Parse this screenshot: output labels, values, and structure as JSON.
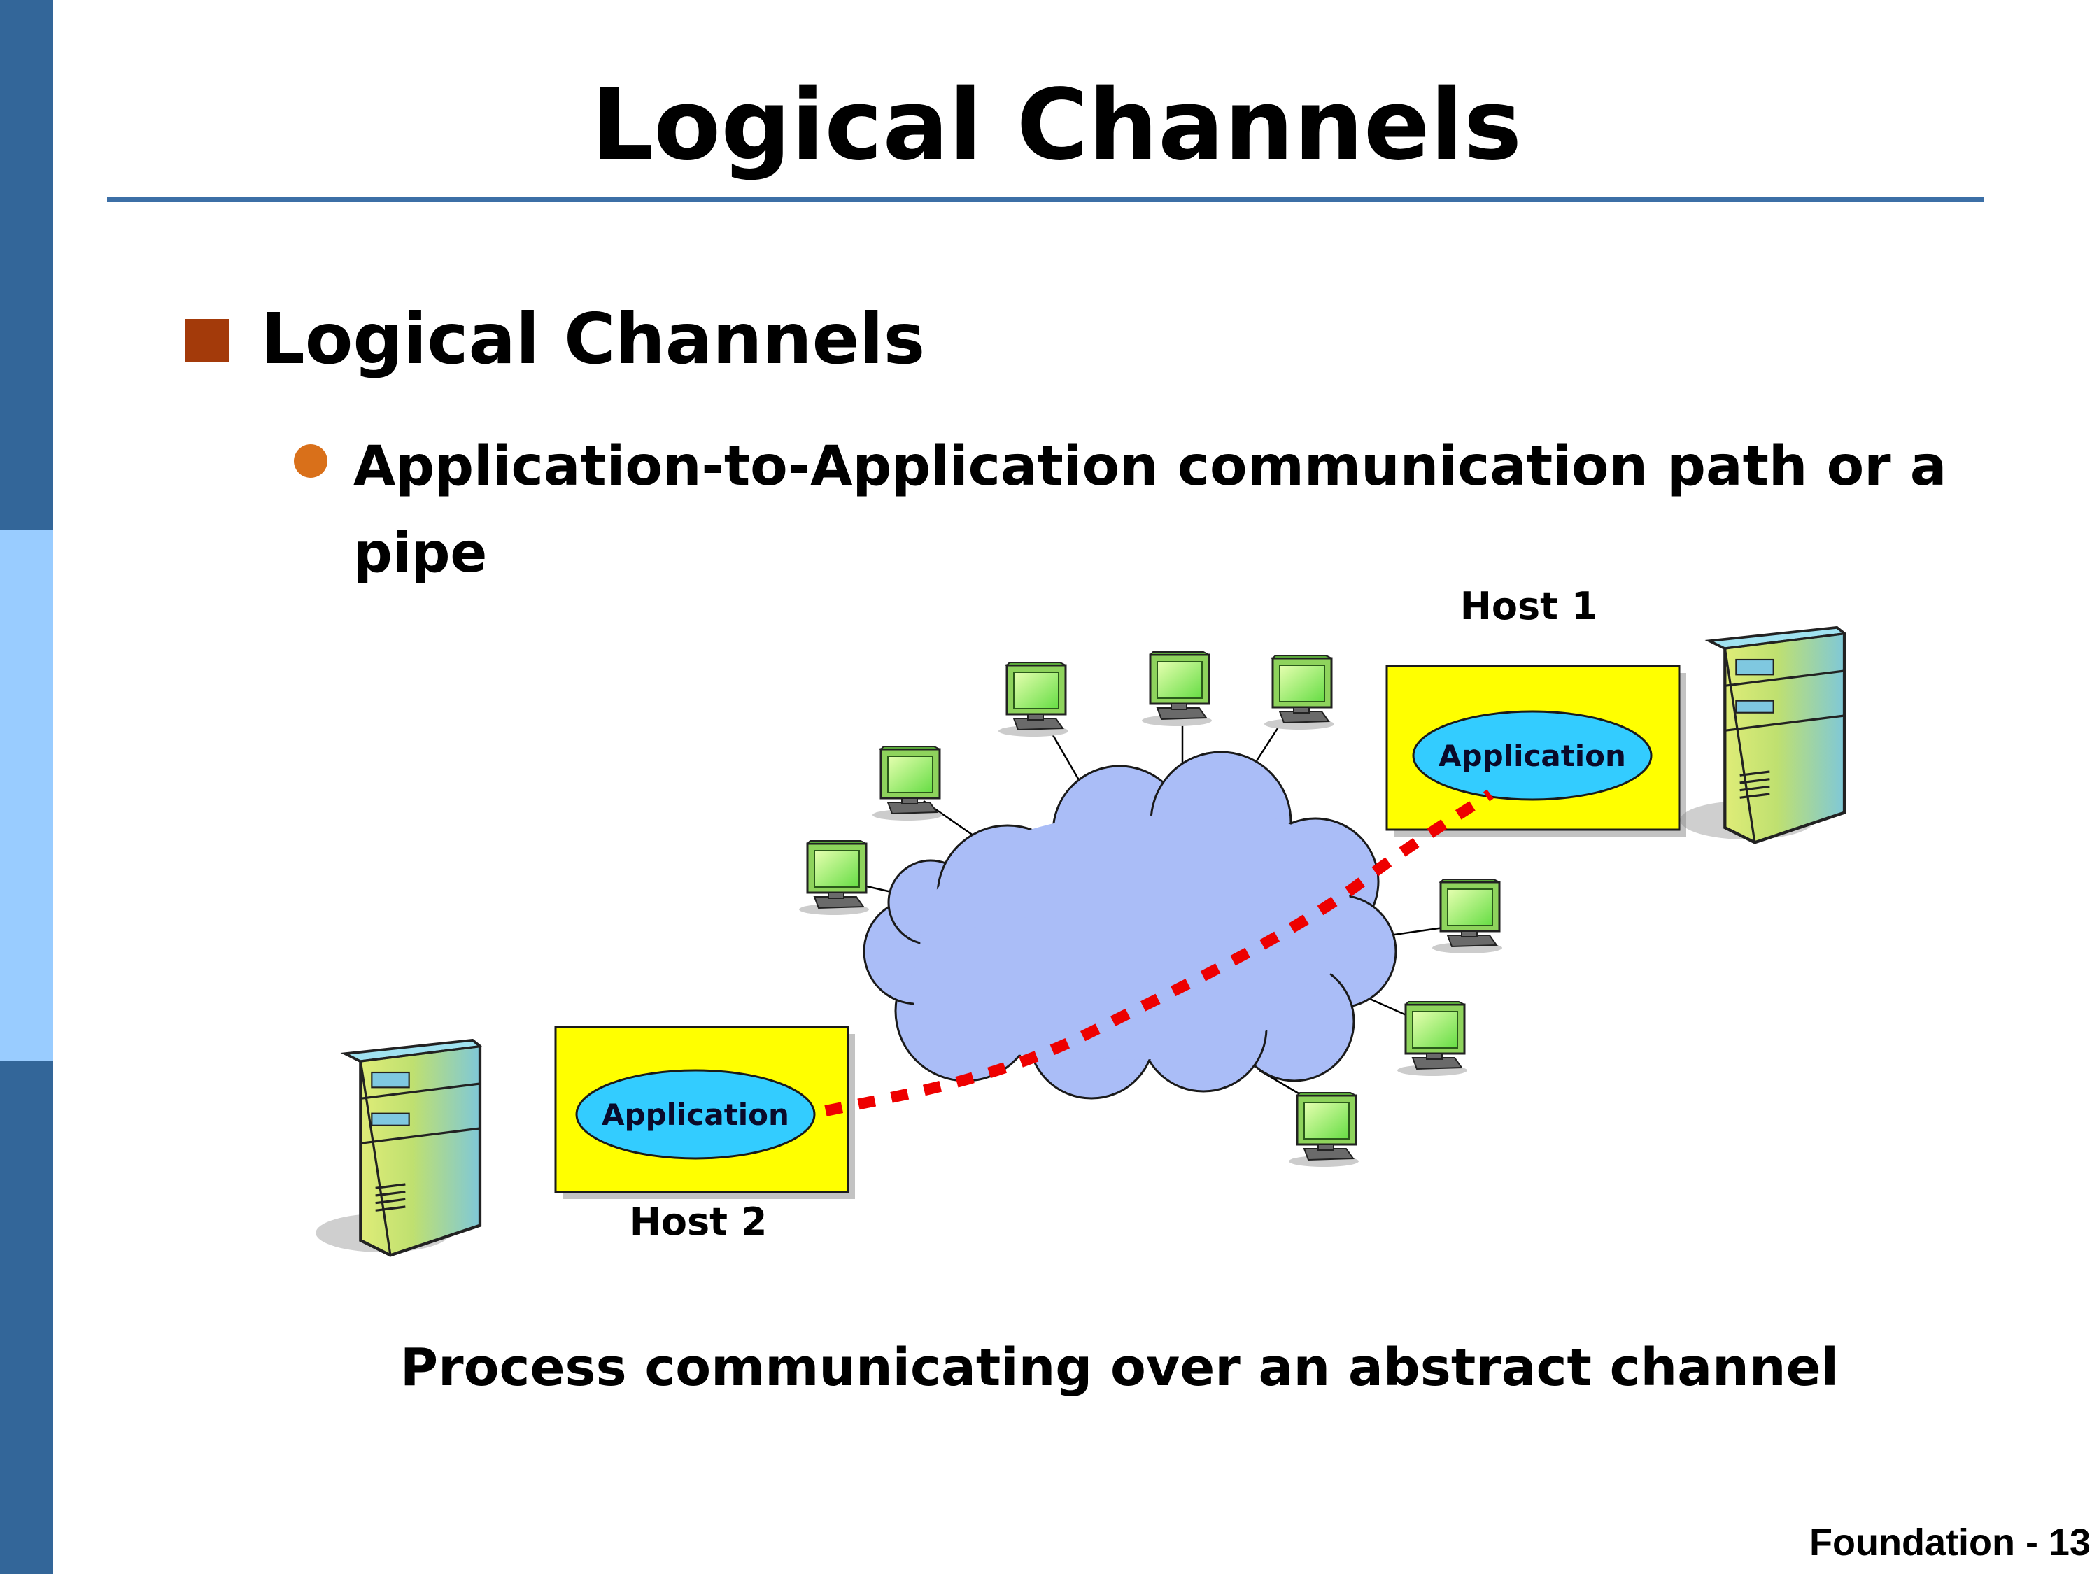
{
  "slide": {
    "title": "Logical Channels",
    "footer": "Foundation - 13"
  },
  "bullets": {
    "level1": "Logical Channels",
    "level2": "Application-to-Application communication path or a pipe"
  },
  "diagram": {
    "host1_label": "Host 1",
    "host2_label": "Host 2",
    "app1_label": "Application",
    "app2_label": "Application",
    "caption": "Process communicating over an abstract channel",
    "icons": {
      "server": "server-tower-icon",
      "workstation": "desktop-computer-icon",
      "network": "network-cloud-icon"
    }
  },
  "colors": {
    "sidebar_dark": "#336699",
    "sidebar_light": "#99CCFF",
    "title_rule": "#3C6FA6",
    "bullet_square": "#A33A0A",
    "bullet_dot": "#D9701A",
    "host_box": "#FFFF00",
    "app_ellipse": "#33CCFF",
    "cloud": "#AABDF7",
    "channel": "#EE0000",
    "monitor_screen": "#99FF66"
  }
}
